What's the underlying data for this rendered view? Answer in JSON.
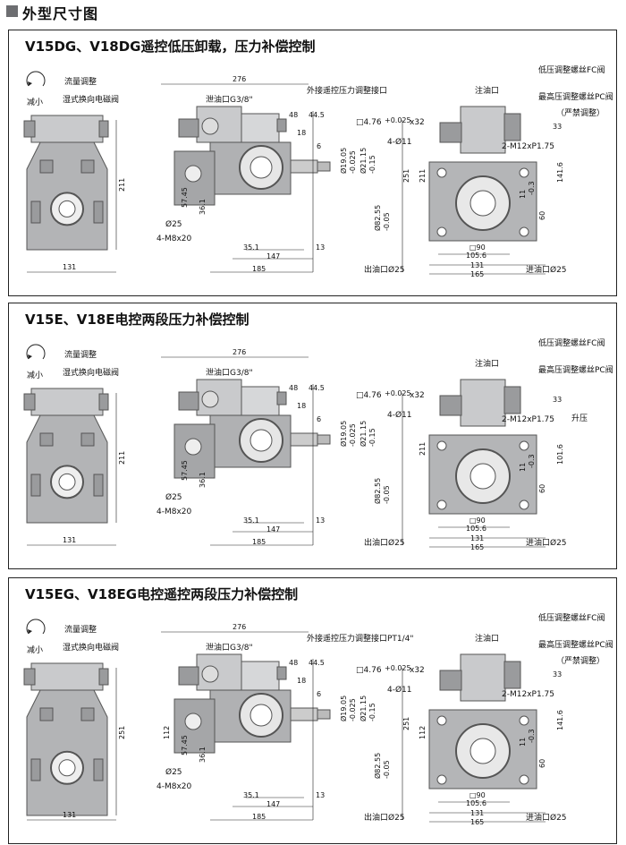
{
  "header": {
    "title": "外型尺寸图"
  },
  "sections": [
    {
      "title": "V15DG、V18DG遥控低压卸载，压力补偿控制",
      "rotation": "减小",
      "labels": {
        "flow": "流量调整",
        "solenoid": "湿式换向电磁阀",
        "drain": "泄油口G3/8\"",
        "remote": "外接遥控压力调整接口",
        "inlet_oil": "注油口",
        "low_fc": "低压调整螺丝FC阀",
        "high_pc": "最高压调整螺丝PC阀",
        "forbidden": "（严禁调整）",
        "holes": "4-Ø11",
        "mount": "2-M12xP1.75",
        "bolt": "4-M8x20",
        "port_small": "Ø25",
        "out": "出油口Ø25",
        "in": "进油口Ø25",
        "key": "□4.76 ",
        "key_tol": "+0.025",
        "key_x": "x32"
      },
      "dims": {
        "side_h": "211",
        "side_w": "131",
        "d276": "276",
        "d48": "48",
        "d44_5": "44.5",
        "d18": "18",
        "d6": "6",
        "d57_45": "57.45",
        "d36_1": "36.1",
        "d35_1": "35.1",
        "d147": "147",
        "d185": "185",
        "d13": "13",
        "phi19": "Ø19.05",
        "phi21": "Ø21.15",
        "phi82": "Ø82.55",
        "tol19": "-0.025",
        "tol21": "-0.15",
        "tol82": "-0.05",
        "f251": "251",
        "f211": "211",
        "f33": "33",
        "f141": "141.6",
        "f11": "11",
        "f11tol": "-0.3",
        "f60": "60",
        "f90": "□90",
        "f105": "105.6",
        "f131": "131",
        "f165": "165"
      }
    },
    {
      "title": "V15E、V18E电控两段压力补偿控制",
      "rotation": "减小",
      "rotation2": "升压",
      "labels": {
        "flow": "流量调整",
        "solenoid": "湿式换向电磁阀",
        "drain": "泄油口G3/8\"",
        "inlet_oil": "注油口",
        "low_fc": "低压调整螺丝FC阀",
        "high_pc": "最高压调整螺丝PC阀",
        "holes": "4-Ø11",
        "mount": "2-M12xP1.75",
        "bolt": "4-M8x20",
        "port_small": "Ø25",
        "out": "出油口Ø25",
        "in": "进油口Ø25",
        "key": "□4.76 ",
        "key_tol": "+0.025",
        "key_x": "x32"
      },
      "dims": {
        "side_h": "211",
        "side_w": "131",
        "d276": "276",
        "d48": "48",
        "d44_5": "44.5",
        "d18": "18",
        "d6": "6",
        "d57_45": "57.45",
        "d36_1": "36.1",
        "d35_1": "35.1",
        "d147": "147",
        "d185": "185",
        "d13": "13",
        "phi19": "Ø19.05",
        "phi21": "Ø21.15",
        "phi82": "Ø82.55",
        "tol19": "-0.025",
        "tol21": "-0.15",
        "tol82": "-0.05",
        "f211": "211",
        "f33": "33",
        "f101": "101.6",
        "f11": "11",
        "f11tol": "-0.3",
        "f60": "60",
        "f90": "□90",
        "f105": "105.6",
        "f131": "131",
        "f165": "165"
      }
    },
    {
      "title": "V15EG、V18EG电控遥控两段压力补偿控制",
      "rotation": "减小",
      "labels": {
        "flow": "流量调整",
        "solenoid": "湿式换向电磁阀",
        "drain": "泄油口G3/8\"",
        "remote": "外接遥控压力调整接口PT1/4\"",
        "inlet_oil": "注油口",
        "low_fc": "低压调整螺丝FC阀",
        "high_pc": "最高压调整螺丝PC阀",
        "forbidden": "（严禁调整）",
        "holes": "4-Ø11",
        "mount": "2-M12xP1.75",
        "bolt": "4-M8x20",
        "port_small": "Ø25",
        "out": "出油口Ø25",
        "in": "进油口Ø25",
        "key": "□4.76 ",
        "key_tol": "+0.025",
        "key_x": "x32"
      },
      "dims": {
        "side_h": "251",
        "side_w": "131",
        "d276": "276",
        "d48": "48",
        "d44_5": "44.5",
        "d18": "18",
        "d6": "6",
        "d112": "112",
        "d57_45": "57.45",
        "d36_1": "36.1",
        "d35_1": "35.1",
        "d147": "147",
        "d185": "185",
        "d13": "13",
        "phi19": "Ø19.05",
        "phi21": "Ø21.15",
        "phi82": "Ø82.55",
        "tol19": "-0.025",
        "tol21": "-0.15",
        "tol82": "-0.05",
        "f251": "251",
        "f112": "112",
        "f33": "33",
        "f141": "141.6",
        "f11": "11",
        "f11tol": "-0.3",
        "f60": "60",
        "f90": "□90",
        "f105": "105.6",
        "f131": "131",
        "f165": "165"
      }
    }
  ]
}
